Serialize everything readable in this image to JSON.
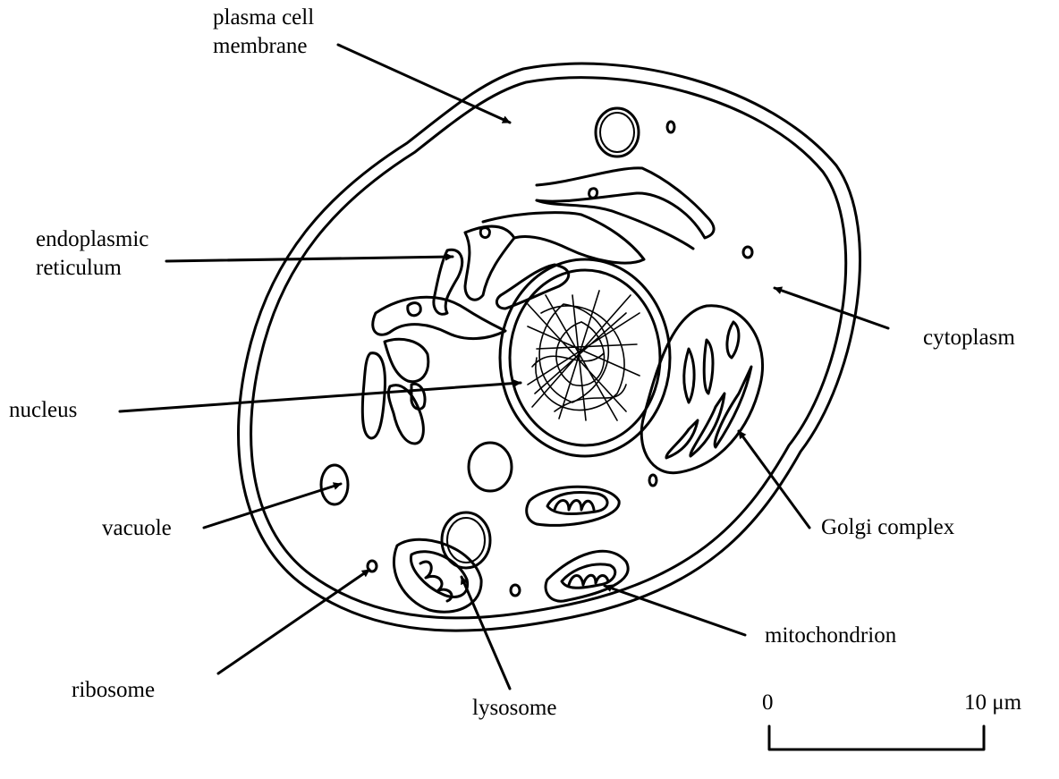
{
  "labels": {
    "plasma_membrane": "plasma cell membrane",
    "endoplasmic_reticulum": "endoplasmic reticulum",
    "cytoplasm": "cytoplasm",
    "nucleus": "nucleus",
    "golgi_complex": "Golgi complex",
    "vacuole": "vacuole",
    "mitochondrion": "mitochondrion",
    "ribosome": "ribosome",
    "lysosome": "lysosome"
  },
  "label_lines": {
    "plasma_membrane": [
      "plasma cell",
      "membrane"
    ],
    "endoplasmic_reticulum": [
      "endoplasmic",
      "reticulum"
    ]
  },
  "scale_bar": {
    "start_label": "0",
    "end_label": "10 μm"
  }
}
